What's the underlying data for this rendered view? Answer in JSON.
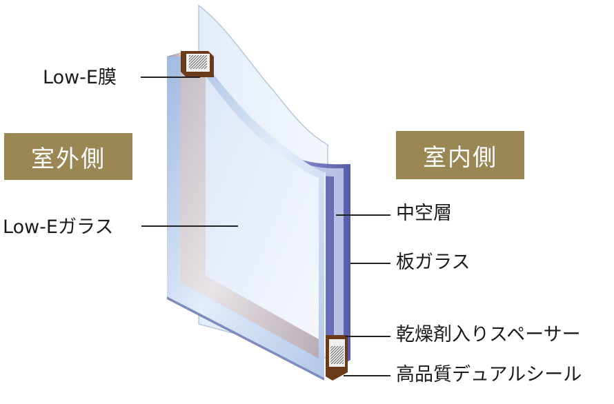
{
  "badges": {
    "outdoor": "室外側",
    "indoor": "室内側"
  },
  "labels": {
    "lowe_film": "Low-E膜",
    "lowe_glass": "Low-Eガラス",
    "air_layer": "中空層",
    "plate_glass": "板ガラス",
    "spacer": "乾燥剤入りスペーサー",
    "seal": "高品質デュアルシール"
  },
  "colors": {
    "badge_bg": "#9a8754",
    "badge_text": "#ffffff",
    "frame_edge": "#4a4fa0",
    "seal_brown": "#6b3a1a"
  }
}
